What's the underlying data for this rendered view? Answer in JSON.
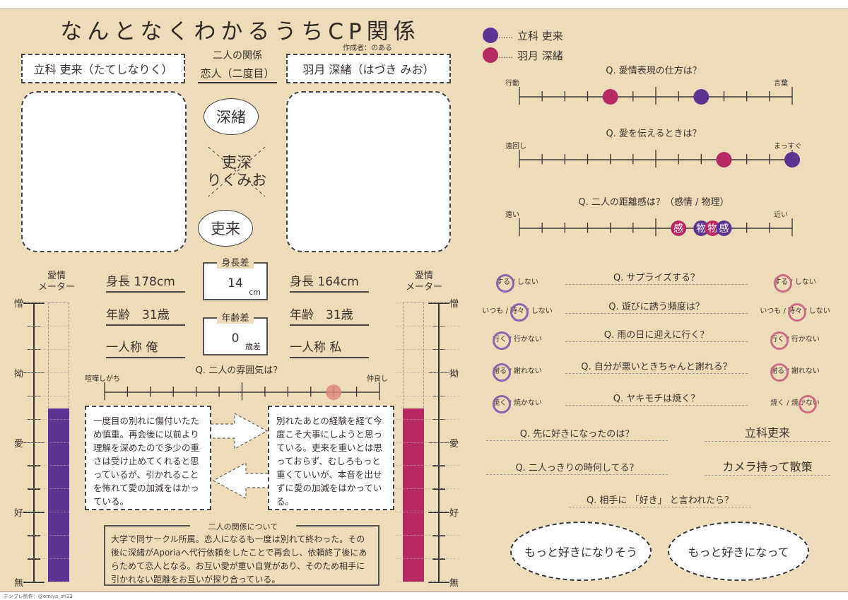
{
  "title": "なんとなくわかるうちCP関係",
  "author": "作成者：のある",
  "colors": {
    "char1": "#5b3591",
    "char2": "#b52a62",
    "bg": "#ecdcba",
    "mood": "#e08a80"
  },
  "char1": {
    "name_full": "立科 吏来（たてしなりく）",
    "height": "身長 178cm",
    "age": "年齢　31歳",
    "pronoun": "一人称 俺",
    "bubble": "吏来",
    "meter_value": 0.62,
    "note": "一度目の別れに傷付いたため慎重。再会後に以前より理解を深めたので多少の重さは受け止めてくれると思っているが、引かれることを怖れて愛の加減をはかっている。"
  },
  "char2": {
    "name_full": "羽月 深緒（はづき みお）",
    "height": "身長 164cm",
    "age": "年齢　31歳",
    "pronoun": "一人称 私",
    "bubble": "深緒",
    "meter_value": 0.62,
    "note": "別れたあとの経験を経て今度こそ大事にしようと思っている。吏来を重いとは思っておらず、むしろもっと重くていいが、本音を出せずに愛の加減をはかっている。"
  },
  "relation": {
    "label": "二人の関係",
    "value": "恋人（二度目）"
  },
  "center": {
    "line1": "吏深",
    "line2": "りくみお"
  },
  "height_diff": {
    "label": "身長差",
    "value": "14",
    "unit": "cm"
  },
  "age_diff": {
    "label": "年齢差",
    "value": "0",
    "unit": "歳差"
  },
  "meter": {
    "title1": "愛情",
    "title2": "メーター",
    "levels": [
      "無",
      "好",
      "愛",
      "拗",
      "憎"
    ]
  },
  "mood": {
    "question": "Q. 二人の雰囲気は？",
    "left": "喧嘩しがち",
    "right": "仲良し",
    "value": 10
  },
  "about": {
    "title": "二人の関係について",
    "text": "大学で同サークル所属。恋人になるも一度は別れて終わった。その後に深緒がAporiaへ代行依頼をしたことで再会し、依頼終了後にあらためて恋人となる。お互い愛が重い自覚があり、そのため相手に引かれない距離をお互いが探り合っている。"
  },
  "legend": [
    {
      "dots": "......",
      "name": "立科 吏来"
    },
    {
      "dots": "......",
      "name": "羽月 深緒"
    }
  ],
  "scales": [
    {
      "question": "Q. 愛情表現の仕方は？",
      "left": "行動",
      "right": "言葉",
      "markers": [
        {
          "who": "char2",
          "value": 4,
          "text": ""
        },
        {
          "who": "char1",
          "value": 8,
          "text": ""
        }
      ]
    },
    {
      "question": "Q. 愛を伝えるときは？",
      "left": "遠回し",
      "right": "まっすぐ",
      "markers": [
        {
          "who": "char2",
          "value": 9,
          "text": ""
        },
        {
          "who": "char1",
          "value": 12,
          "text": ""
        }
      ]
    },
    {
      "question": "Q. 二人の距離感は？（感情 / 物理）",
      "left": "遠い",
      "right": "近い",
      "markers": [
        {
          "who": "char2",
          "value": 7,
          "text": "感"
        },
        {
          "who": "char1",
          "value": 8,
          "text": "物"
        },
        {
          "who": "char2",
          "value": 8.5,
          "text": "物"
        },
        {
          "who": "char1",
          "value": 9,
          "text": "感"
        }
      ]
    }
  ],
  "choices": [
    {
      "question": "Q. サプライズする？",
      "options": [
        "する",
        "しない"
      ],
      "char1": 0,
      "char2": 0
    },
    {
      "question": "Q. 遊びに誘う頻度は？",
      "options": [
        "いつも",
        "時々",
        "しない"
      ],
      "char1": 1,
      "char2": 1
    },
    {
      "question": "Q. 雨の日に迎えに行く？",
      "options": [
        "行く",
        "行かない"
      ],
      "char1": 0,
      "char2": 0
    },
    {
      "question": "Q. 自分が悪いときちゃんと謝れる？",
      "options": [
        "謝る",
        "謝れない"
      ],
      "char1": 0,
      "char2": 0
    },
    {
      "question": "Q. ヤキモチは焼く？",
      "options": [
        "焼く",
        "焼かない"
      ],
      "char1": 0,
      "char2": 1
    }
  ],
  "qa": [
    {
      "question": "Q. 先に好きになったのは？",
      "answer": "立科吏来"
    },
    {
      "question": "Q. 二人っきりの時何してる？",
      "answer": "カメラ持って散策"
    }
  ],
  "suki": {
    "question": "Q. 相手に 「好き」 と言われたら？",
    "char1": "もっと好きになりそう",
    "char2": "もっと好きになって"
  },
  "footer": "テンプレ制作：@omiya_sh23"
}
